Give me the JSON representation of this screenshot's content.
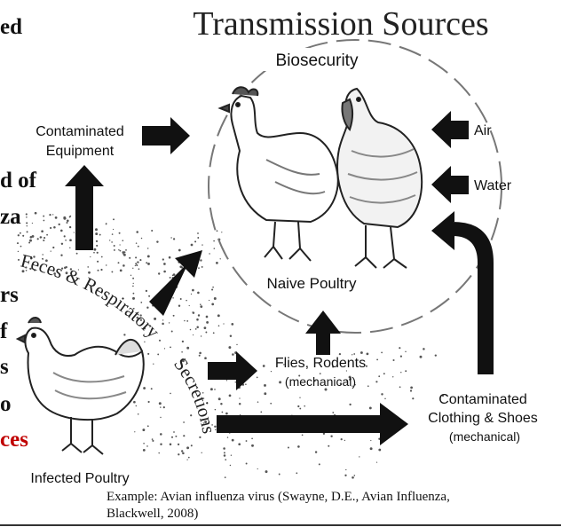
{
  "title": "Transmission Sources",
  "biosecurity": "Biosecurity",
  "nodes": {
    "equipment_line1": "Contaminated",
    "equipment_line2": "Equipment",
    "air": "Air",
    "water": "Water",
    "naive": "Naive Poultry",
    "flies_line1": "Flies, Rodents",
    "flies_line2": "(mechanical)",
    "clothing_line1": "Contaminated",
    "clothing_line2": "Clothing & Shoes",
    "clothing_line3": "(mechanical)",
    "infected": "Infected Poultry",
    "secretions_a": "Feces & Respiratory",
    "secretions_b": "Secretions"
  },
  "left_fragments": [
    "ed",
    "d of",
    "za",
    "rs",
    "f",
    "s",
    "o",
    "ces"
  ],
  "colors": {
    "biosecurity": "#c00000",
    "highlight_fragment": "#c00000"
  },
  "caption_line1": "Example: Avian influenza virus (Swayne, D.E., Avian Influenza,",
  "caption_line2": "Blackwell, 2008)"
}
